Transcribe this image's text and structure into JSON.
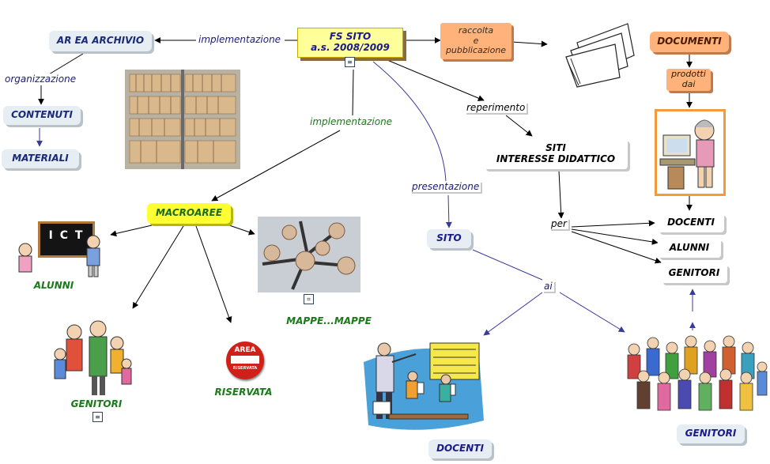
{
  "nodes": {
    "fs_sito_title": "FS SITO",
    "fs_sito_year": "a.s. 2008/2009",
    "area_archivio": "AR EA ARCHIVIO",
    "contenuti": "CONTENUTI",
    "materiali": "MATERIALI",
    "raccolta": "raccolta\ne\npubblicazione",
    "documenti_top": "DOCUMENTI",
    "prodotti_dai": "prodotti\ndai",
    "siti_line1": "SITI",
    "siti_line2": "INTERESSE DIDATTICO",
    "macroaree": "MACROAREE",
    "alunni_left": "ALUNNI",
    "mappe": "MAPPE...MAPPE",
    "genitori_left": "GENITORI",
    "riservata": "RISERVATA",
    "sito": "SITO",
    "docenti_bottom": "DOCENTI",
    "genitori_bottom": "GENITORI",
    "docenti_right": "DOCENTI",
    "alunni_right": "ALUNNI",
    "genitori_right": "GENITORI"
  },
  "links": {
    "implementazione_top": "implementazione",
    "organizzazione": "organizzazione",
    "implementazione_mid": "implementazione",
    "reperimento": "reperimento",
    "presentazione": "presentazione",
    "per": "per",
    "ai": "ai"
  },
  "images": {
    "ict_board": "I C T",
    "area_sign_top": "AREA",
    "area_sign_bottom": "RISERVATA"
  },
  "colors": {
    "concept_grey": "#e6eef3",
    "concept_yellow": "#ffff99",
    "concept_orange": "#ffb27a",
    "macroaree_yellow": "#ffff33",
    "text_navy": "#1a2a7a",
    "text_green": "#1a7a1a",
    "link_navy": "#3a3a9a"
  }
}
